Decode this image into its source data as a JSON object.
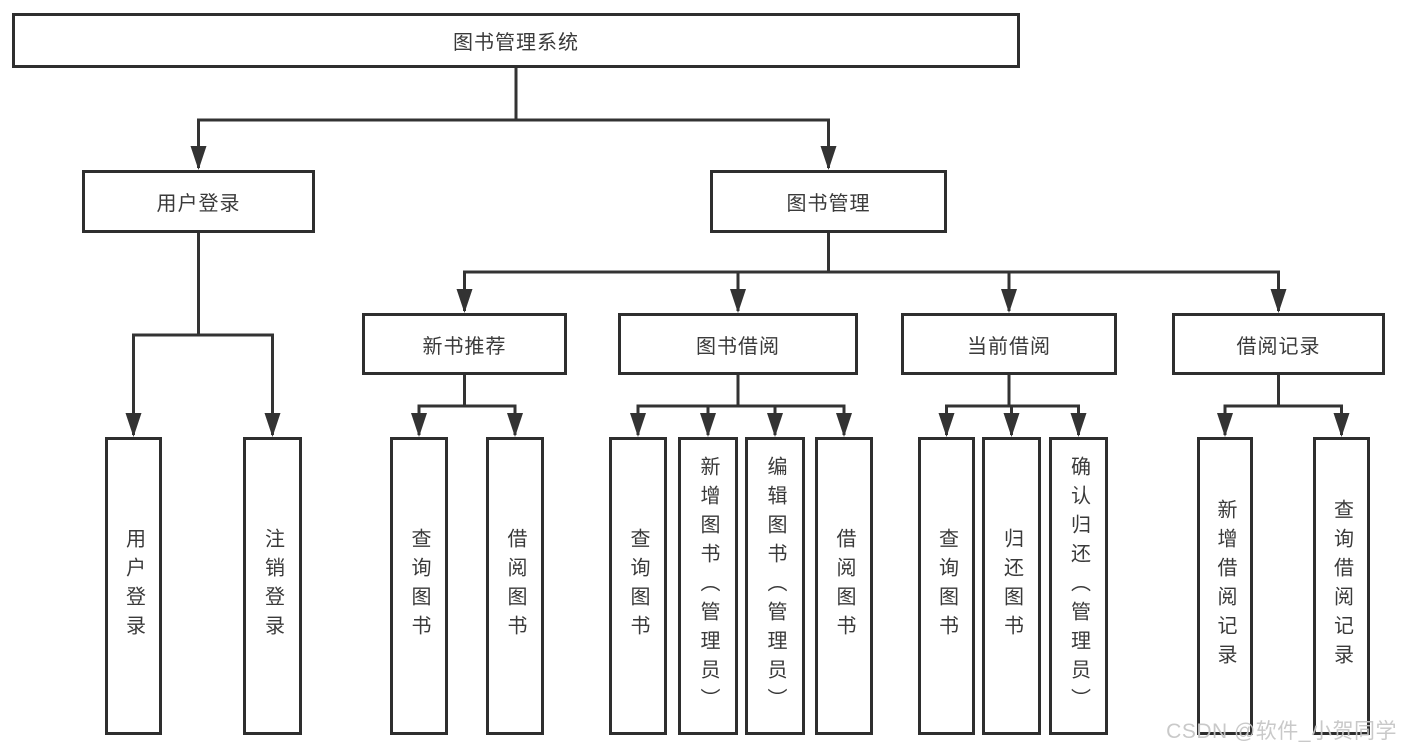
{
  "tree": {
    "root": {
      "label": "图书管理系统",
      "children": [
        {
          "label": "用户登录",
          "children": [
            {
              "label": "用户登录"
            },
            {
              "label": "注销登录"
            }
          ]
        },
        {
          "label": "图书管理",
          "children": [
            {
              "label": "新书推荐",
              "children": [
                {
                  "label": "查询图书"
                },
                {
                  "label": "借阅图书"
                }
              ]
            },
            {
              "label": "图书借阅",
              "children": [
                {
                  "label": "查询图书"
                },
                {
                  "label": "新增图书（管理员）"
                },
                {
                  "label": "编辑图书（管理员）"
                },
                {
                  "label": "借阅图书"
                }
              ]
            },
            {
              "label": "当前借阅",
              "children": [
                {
                  "label": "查询图书"
                },
                {
                  "label": "归还图书"
                },
                {
                  "label": "确认归还（管理员）"
                }
              ]
            },
            {
              "label": "借阅记录",
              "children": [
                {
                  "label": "新增借阅记录"
                },
                {
                  "label": "查询借阅记录"
                }
              ]
            }
          ]
        }
      ]
    }
  },
  "watermark": {
    "text": "CSDN @软件_小贺同学"
  },
  "colors": {
    "line": "#333333",
    "box_border": "#2e2e2e",
    "text": "#3a3a3a",
    "watermark": "#c6c6c6",
    "background": "#ffffff"
  }
}
